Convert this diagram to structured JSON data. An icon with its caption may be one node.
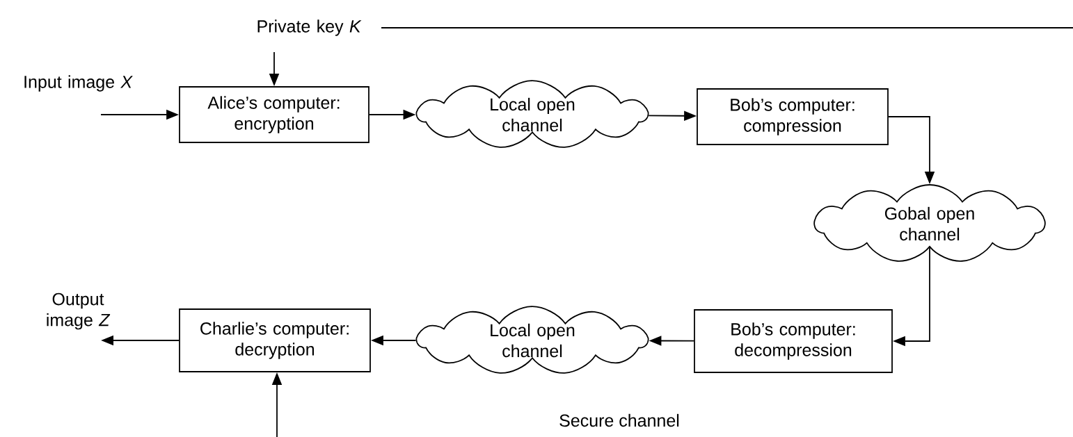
{
  "diagram": {
    "nodes": [
      {
        "text": [
          "Alice’s computer: encryption"
        ]
      },
      {
        "text": [
          "Local open channel"
        ]
      },
      {
        "text": [
          "Bob’s computer: compression"
        ]
      },
      {
        "text": [
          "Gobal open channel"
        ]
      },
      {
        "text": [
          "Bob’s computer: decompression"
        ]
      },
      {
        "text": [
          "Local open channel"
        ]
      },
      {
        "text": [
          "Charlie’s computer: decryption"
        ]
      }
    ],
    "edges": [
      {
        "from": null,
        "to": 0,
        "arrow": "to",
        "label": "Input image *X*"
      },
      {
        "from": null,
        "to": 0,
        "arrow": "to",
        "label": "Private key *K*"
      },
      {
        "from": 0,
        "to": 1,
        "arrow": "to"
      },
      {
        "from": 1,
        "to": 2,
        "arrow": "to"
      },
      {
        "from": 2,
        "to": 3,
        "arrow": "to"
      },
      {
        "from": 3,
        "to": 4,
        "arrow": "to"
      },
      {
        "from": 4,
        "to": 5,
        "arrow": "to"
      },
      {
        "from": 5,
        "to": 6,
        "arrow": "to"
      },
      {
        "from": 6,
        "to": null,
        "arrow": "to",
        "label": "Output image *Z*"
      },
      {
        "from": null,
        "to": 6,
        "arrow": "to"
      }
    ],
    "labels": [
      "Secure channel"
    ]
  }
}
